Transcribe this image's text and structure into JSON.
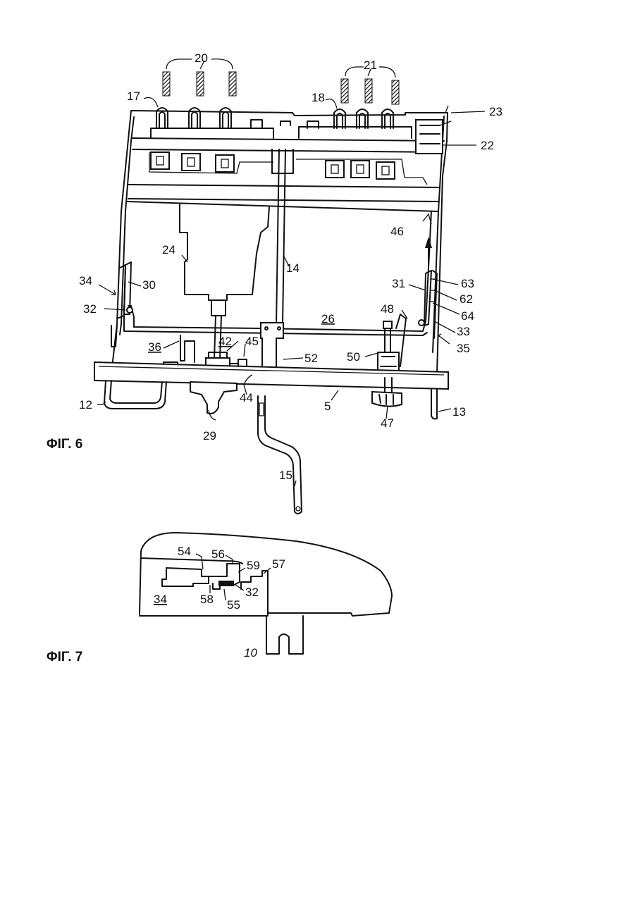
{
  "figures": [
    {
      "id": "fig6",
      "caption": "ΦΙΓ. 6",
      "labels": [
        "20",
        "21",
        "17",
        "18",
        "23",
        "22",
        "46",
        "24",
        "14",
        "34",
        "30",
        "31",
        "63",
        "62",
        "64",
        "32",
        "48",
        "26",
        "33",
        "35",
        "36",
        "42",
        "45",
        "52",
        "50",
        "44",
        "5",
        "12",
        "47",
        "13",
        "29",
        "15"
      ],
      "underlined": [
        "26",
        "36",
        "42"
      ]
    },
    {
      "id": "fig7",
      "caption": "ΦΙΓ. 7",
      "labels": [
        "54",
        "56",
        "59",
        "57",
        "34",
        "58",
        "55",
        "32",
        "10"
      ],
      "underlined": [
        "34"
      ]
    }
  ]
}
